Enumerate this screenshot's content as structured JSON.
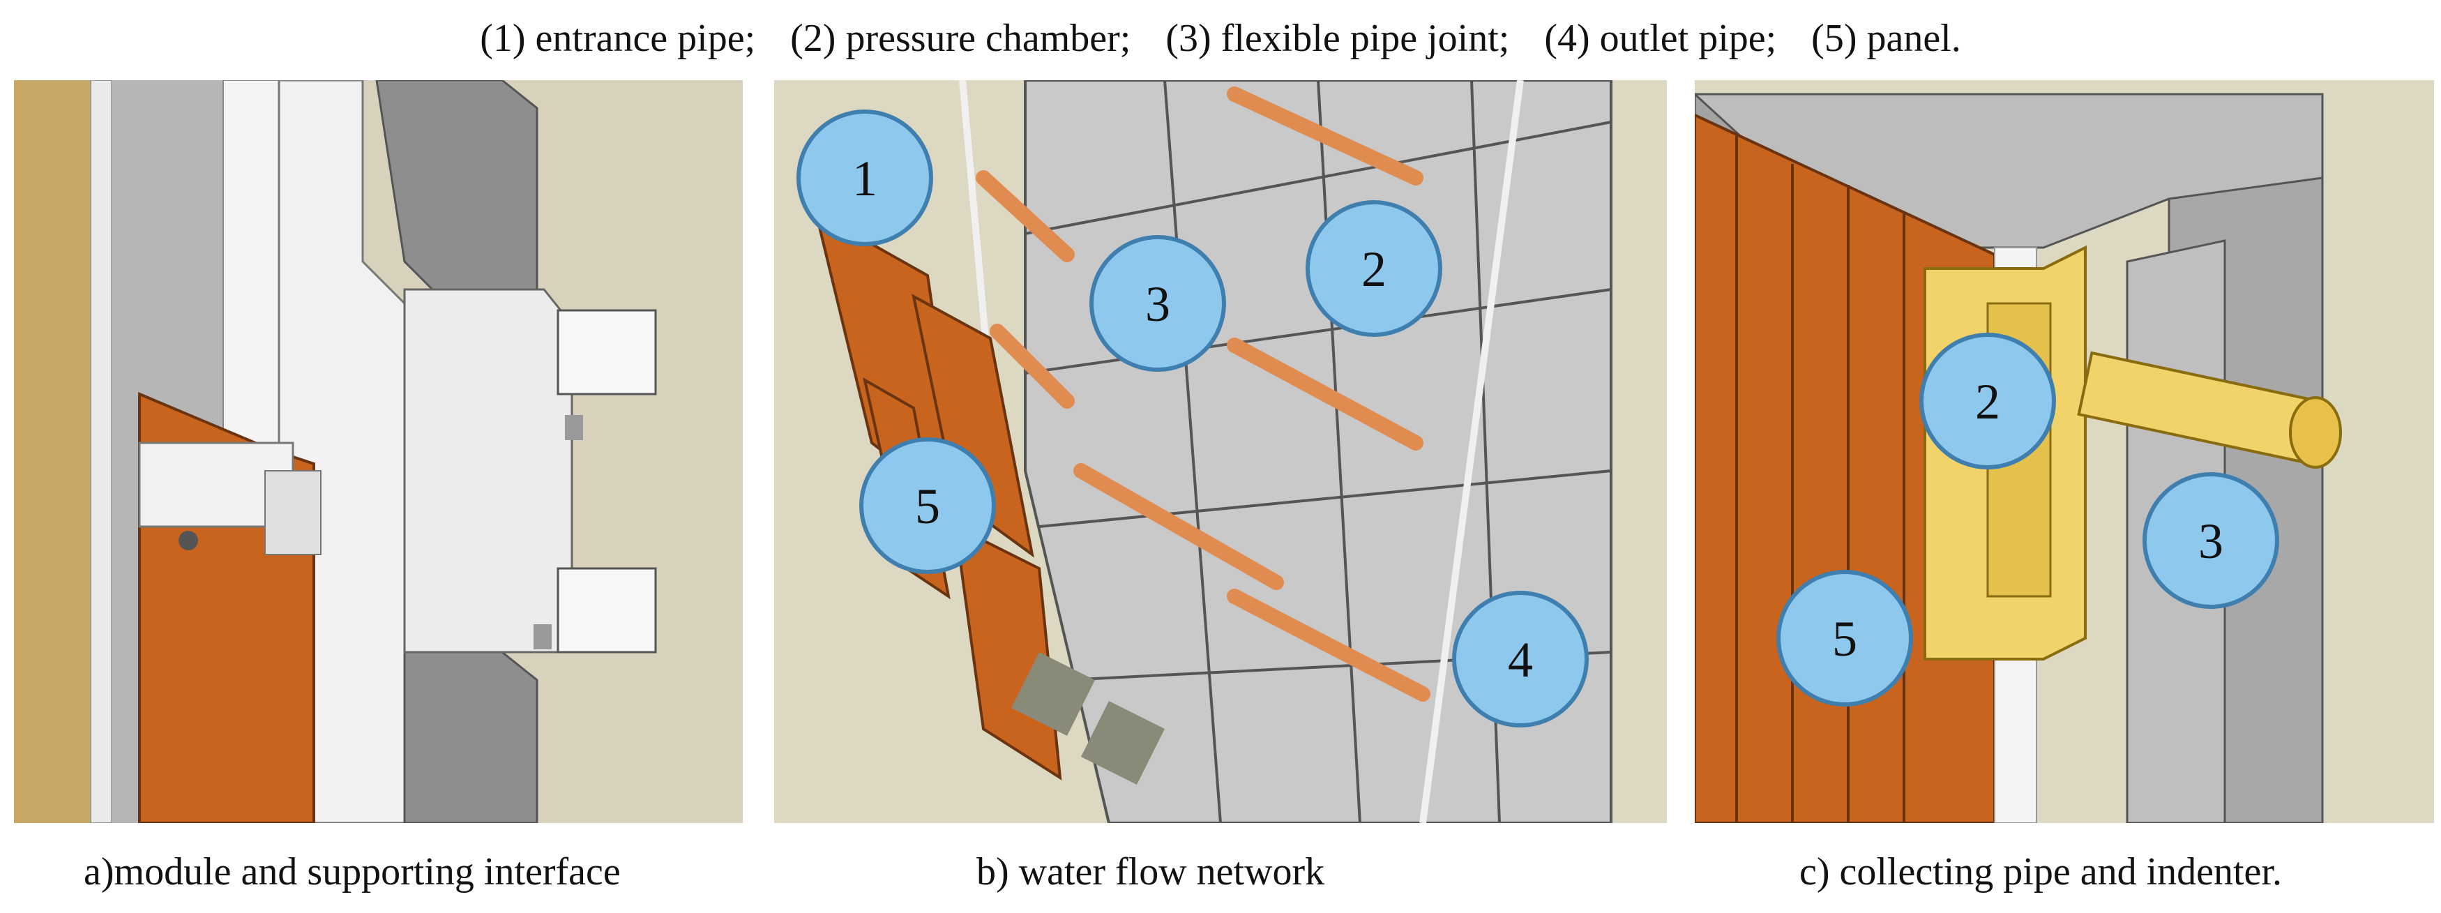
{
  "legend": {
    "items": [
      "(1) entrance pipe;",
      "(2) pressure chamber;",
      "(3) flexible pipe joint;",
      "(4) outlet pipe;",
      "(5) panel."
    ]
  },
  "panels": {
    "a": {
      "caption": "a)module and supporting interface"
    },
    "b": {
      "caption": "b) water flow network",
      "callouts": [
        "1",
        "2",
        "3",
        "4",
        "5"
      ]
    },
    "c": {
      "caption": "c) collecting pipe and indenter.",
      "callouts": [
        "2",
        "3",
        "5"
      ]
    }
  },
  "colors": {
    "panel_orange": "#c8641e",
    "pipe_orange": "#e08c50",
    "callout_blue": "#8ec8ec",
    "chamber_yellow": "#f2d36a",
    "wall_tan": "#e6dfc8"
  }
}
